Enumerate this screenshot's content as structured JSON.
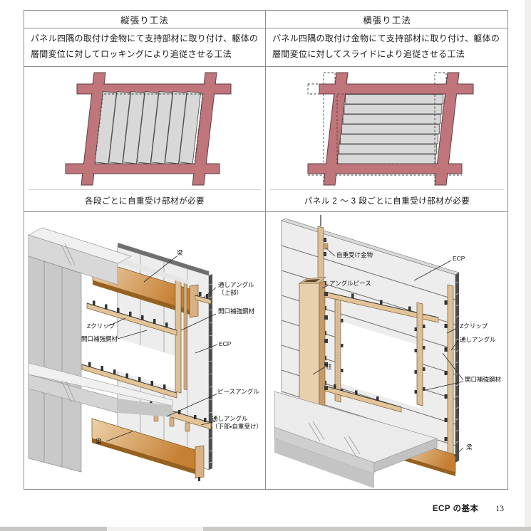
{
  "footer": {
    "title": "ECP の基本",
    "page_number": "13"
  },
  "columns": [
    {
      "header": "縦張り工法",
      "description": "パネル四隅の取付け金物にて支持部材に取り付け、躯体の層間変位に対してロッキングにより追従させる工法",
      "caption": "各段ごとに自重受け部材が必要",
      "labels": {
        "beam_top": "梁",
        "through_angle_top": "通しアングル\n（上部）",
        "opening_reinf_right": "開口補強鋼材",
        "z_clip": "Zクリップ",
        "opening_reinf_left": "開口補強鋼材",
        "ecp": "ECP",
        "piece_angle": "ピースアングル",
        "through_angle_bottom": "通しアングル\n（下部・自重受け）",
        "beam_bottom": "梁"
      }
    },
    {
      "header": "横張り工法",
      "description": "パネル四隅の取付け金物にて支持部材に取り付け、躯体の層間変位に対してスライドにより追従させる工法",
      "caption": "パネル 2 ～ 3 段ごとに自重受け部材が必要",
      "labels": {
        "self_weight_hw": "自重受け金物",
        "angle_piece": "アングルピース",
        "ecp": "ECP",
        "z_clip": "Zクリップ",
        "through_angle": "通しアングル",
        "column": "柱",
        "opening_reinf": "開口補強鋼材",
        "beam": "梁"
      }
    }
  ],
  "colors": {
    "frame_red": "#c0757b",
    "panel_gray": "#d8d8d8",
    "beam_orange": "#c67f33",
    "angle_tan": "#e2c498",
    "ecp_light": "#ededed",
    "wall_gray": "#c9c9c9"
  }
}
